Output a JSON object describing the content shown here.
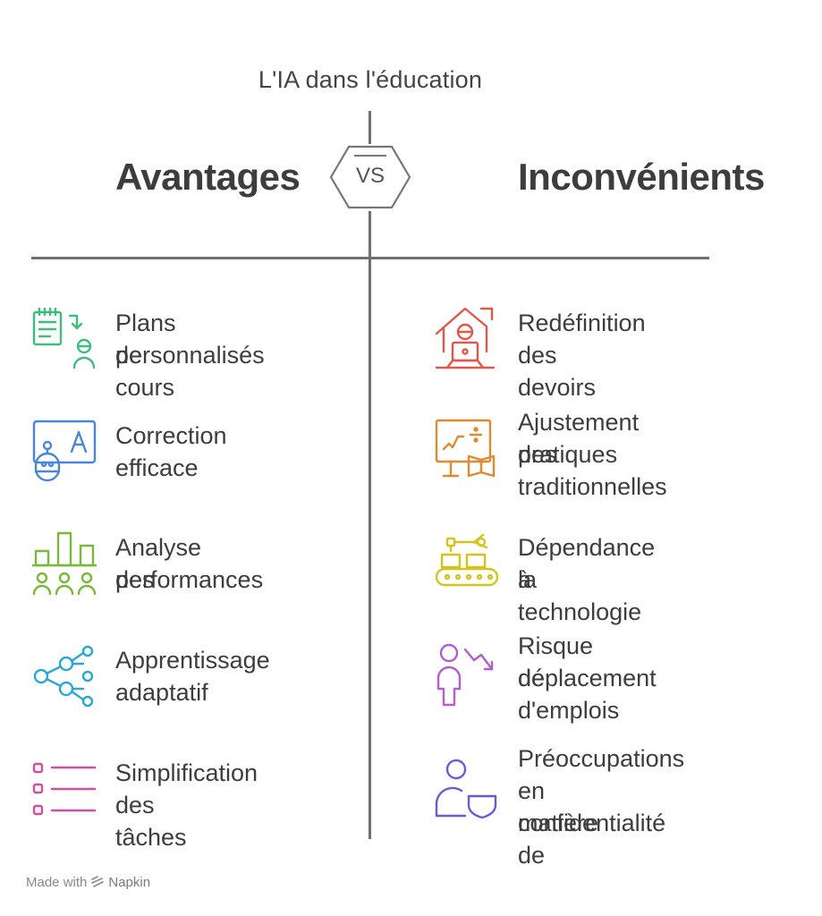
{
  "title": "L'IA dans l'éducation",
  "left_heading": "Avantages",
  "right_heading": "Inconvénients",
  "vs": "VS",
  "advantages": [
    {
      "lines": [
        "Plans de cours",
        "personnalisés"
      ],
      "icon": "lesson-plan-icon",
      "color": "#3dbd7d"
    },
    {
      "lines": [
        "Correction",
        "efficace"
      ],
      "icon": "robot-grading-icon",
      "color": "#4a86d8"
    },
    {
      "lines": [
        "Analyse des",
        "performances"
      ],
      "icon": "performance-chart-icon",
      "color": "#7ab83a"
    },
    {
      "lines": [
        "Apprentissage",
        "adaptatif"
      ],
      "icon": "network-nodes-icon",
      "color": "#2aa7d6"
    },
    {
      "lines": [
        "Simplification",
        "des tâches"
      ],
      "icon": "checklist-icon",
      "color": "#d04f9e"
    }
  ],
  "disadvantages": [
    {
      "lines": [
        "Redéfinition",
        "des devoirs"
      ],
      "icon": "home-laptop-icon",
      "color": "#e2574c"
    },
    {
      "lines": [
        "Ajustement des",
        "pratiques",
        "traditionnelles"
      ],
      "icon": "board-book-icon",
      "color": "#e0892e"
    },
    {
      "lines": [
        "Dépendance à",
        "la technologie"
      ],
      "icon": "robot-conveyor-icon",
      "color": "#d4c41f"
    },
    {
      "lines": [
        "Risque de",
        "déplacement",
        "d'emplois"
      ],
      "icon": "person-decline-icon",
      "color": "#b05ed0"
    },
    {
      "lines": [
        "Préoccupations",
        "en matière de",
        "confidentialité"
      ],
      "icon": "person-shield-icon",
      "color": "#7158d8"
    }
  ],
  "footer": {
    "prefix": "Made with",
    "brand": "Napkin"
  }
}
